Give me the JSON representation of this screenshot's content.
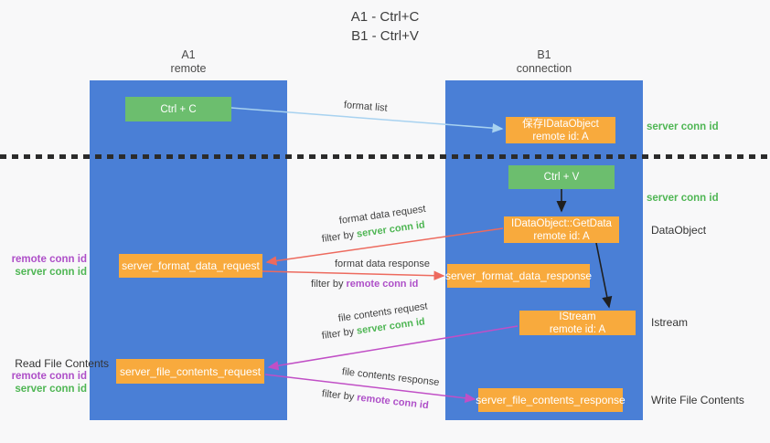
{
  "title": {
    "line1": "A1 - Ctrl+C",
    "line2": "B1 - Ctrl+V"
  },
  "lifelines": {
    "a1": {
      "name": "A1",
      "subtitle": "remote"
    },
    "b1": {
      "name": "B1",
      "subtitle": "connection"
    }
  },
  "nodes": {
    "ctrl_c": {
      "label": "Ctrl + C"
    },
    "save_idataobject": {
      "line1": "保存IDataObject",
      "line2": "remote id: A"
    },
    "ctrl_v": {
      "label": "Ctrl + V"
    },
    "getdata": {
      "line1": "IDataObject::GetData",
      "line2": "remote id: A"
    },
    "format_request": {
      "label": "server_format_data_request"
    },
    "format_response": {
      "label": "server_format_data_response"
    },
    "istream": {
      "line1": "IStream",
      "line2": "remote id: A"
    },
    "file_request": {
      "label": "server_file_contents_request"
    },
    "file_response": {
      "label": "server_file_contents_response"
    }
  },
  "edge_labels": {
    "format_list": "format list",
    "format_data_request": "format data request",
    "format_data_response": "format data response",
    "file_contents_request": "file contents request",
    "file_contents_response": "file contents response",
    "filter_by": "filter by ",
    "server_conn_id": "server conn id",
    "remote_conn_id": "remote conn id"
  },
  "side_labels": {
    "server_conn_id": "server conn id",
    "remote_conn_id": "remote conn id",
    "dataobject": "DataObject",
    "istream": "Istream",
    "read_file_contents": "Read File Contents",
    "write_file_contents": "Write File Contents"
  },
  "colors": {
    "bg": "#f8f8f9",
    "blue": "#4a7fd6",
    "green": "#6cbe6e",
    "orange": "#f8aa3d",
    "arrow_blue": "#a8d2f0",
    "red": "#ed6a5e",
    "magenta": "#c14fc6",
    "black": "#1f1f1f",
    "text_green": "#4fb654",
    "text_purple": "#ae4fc8",
    "text_dark": "#3e3e3e"
  }
}
